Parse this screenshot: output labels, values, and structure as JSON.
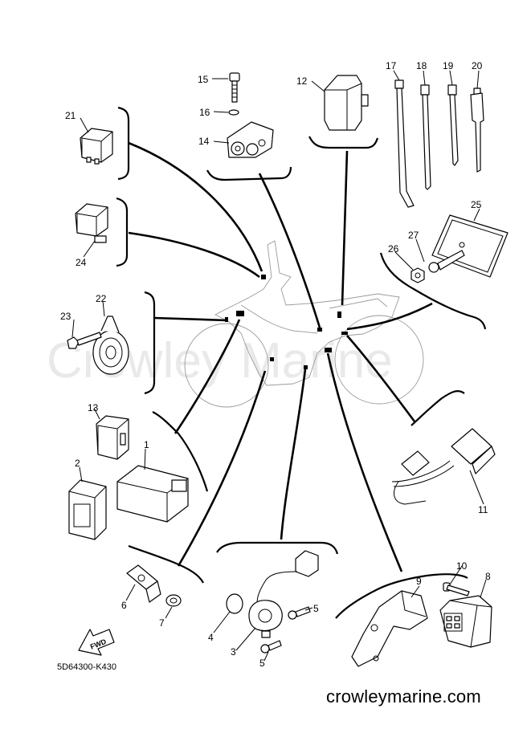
{
  "watermark": "Crowley Marine",
  "site_url": "crowleymarine.com",
  "diagram_code": "5D64300-K430",
  "fwd_label": "FWD",
  "callouts": {
    "n1": "1",
    "n2": "2",
    "n3": "3",
    "n4": "4",
    "n5a": "5",
    "n5b": "5",
    "n6": "6",
    "n7": "7",
    "n8": "8",
    "n9": "9",
    "n10": "10",
    "n11": "11",
    "n12": "12",
    "n13": "13",
    "n14": "14",
    "n15": "15",
    "n16": "16",
    "n17": "17",
    "n18": "18",
    "n19": "19",
    "n20": "20",
    "n21": "21",
    "n22": "22",
    "n23": "23",
    "n24": "24",
    "n25": "25",
    "n26": "26",
    "n27": "27"
  }
}
